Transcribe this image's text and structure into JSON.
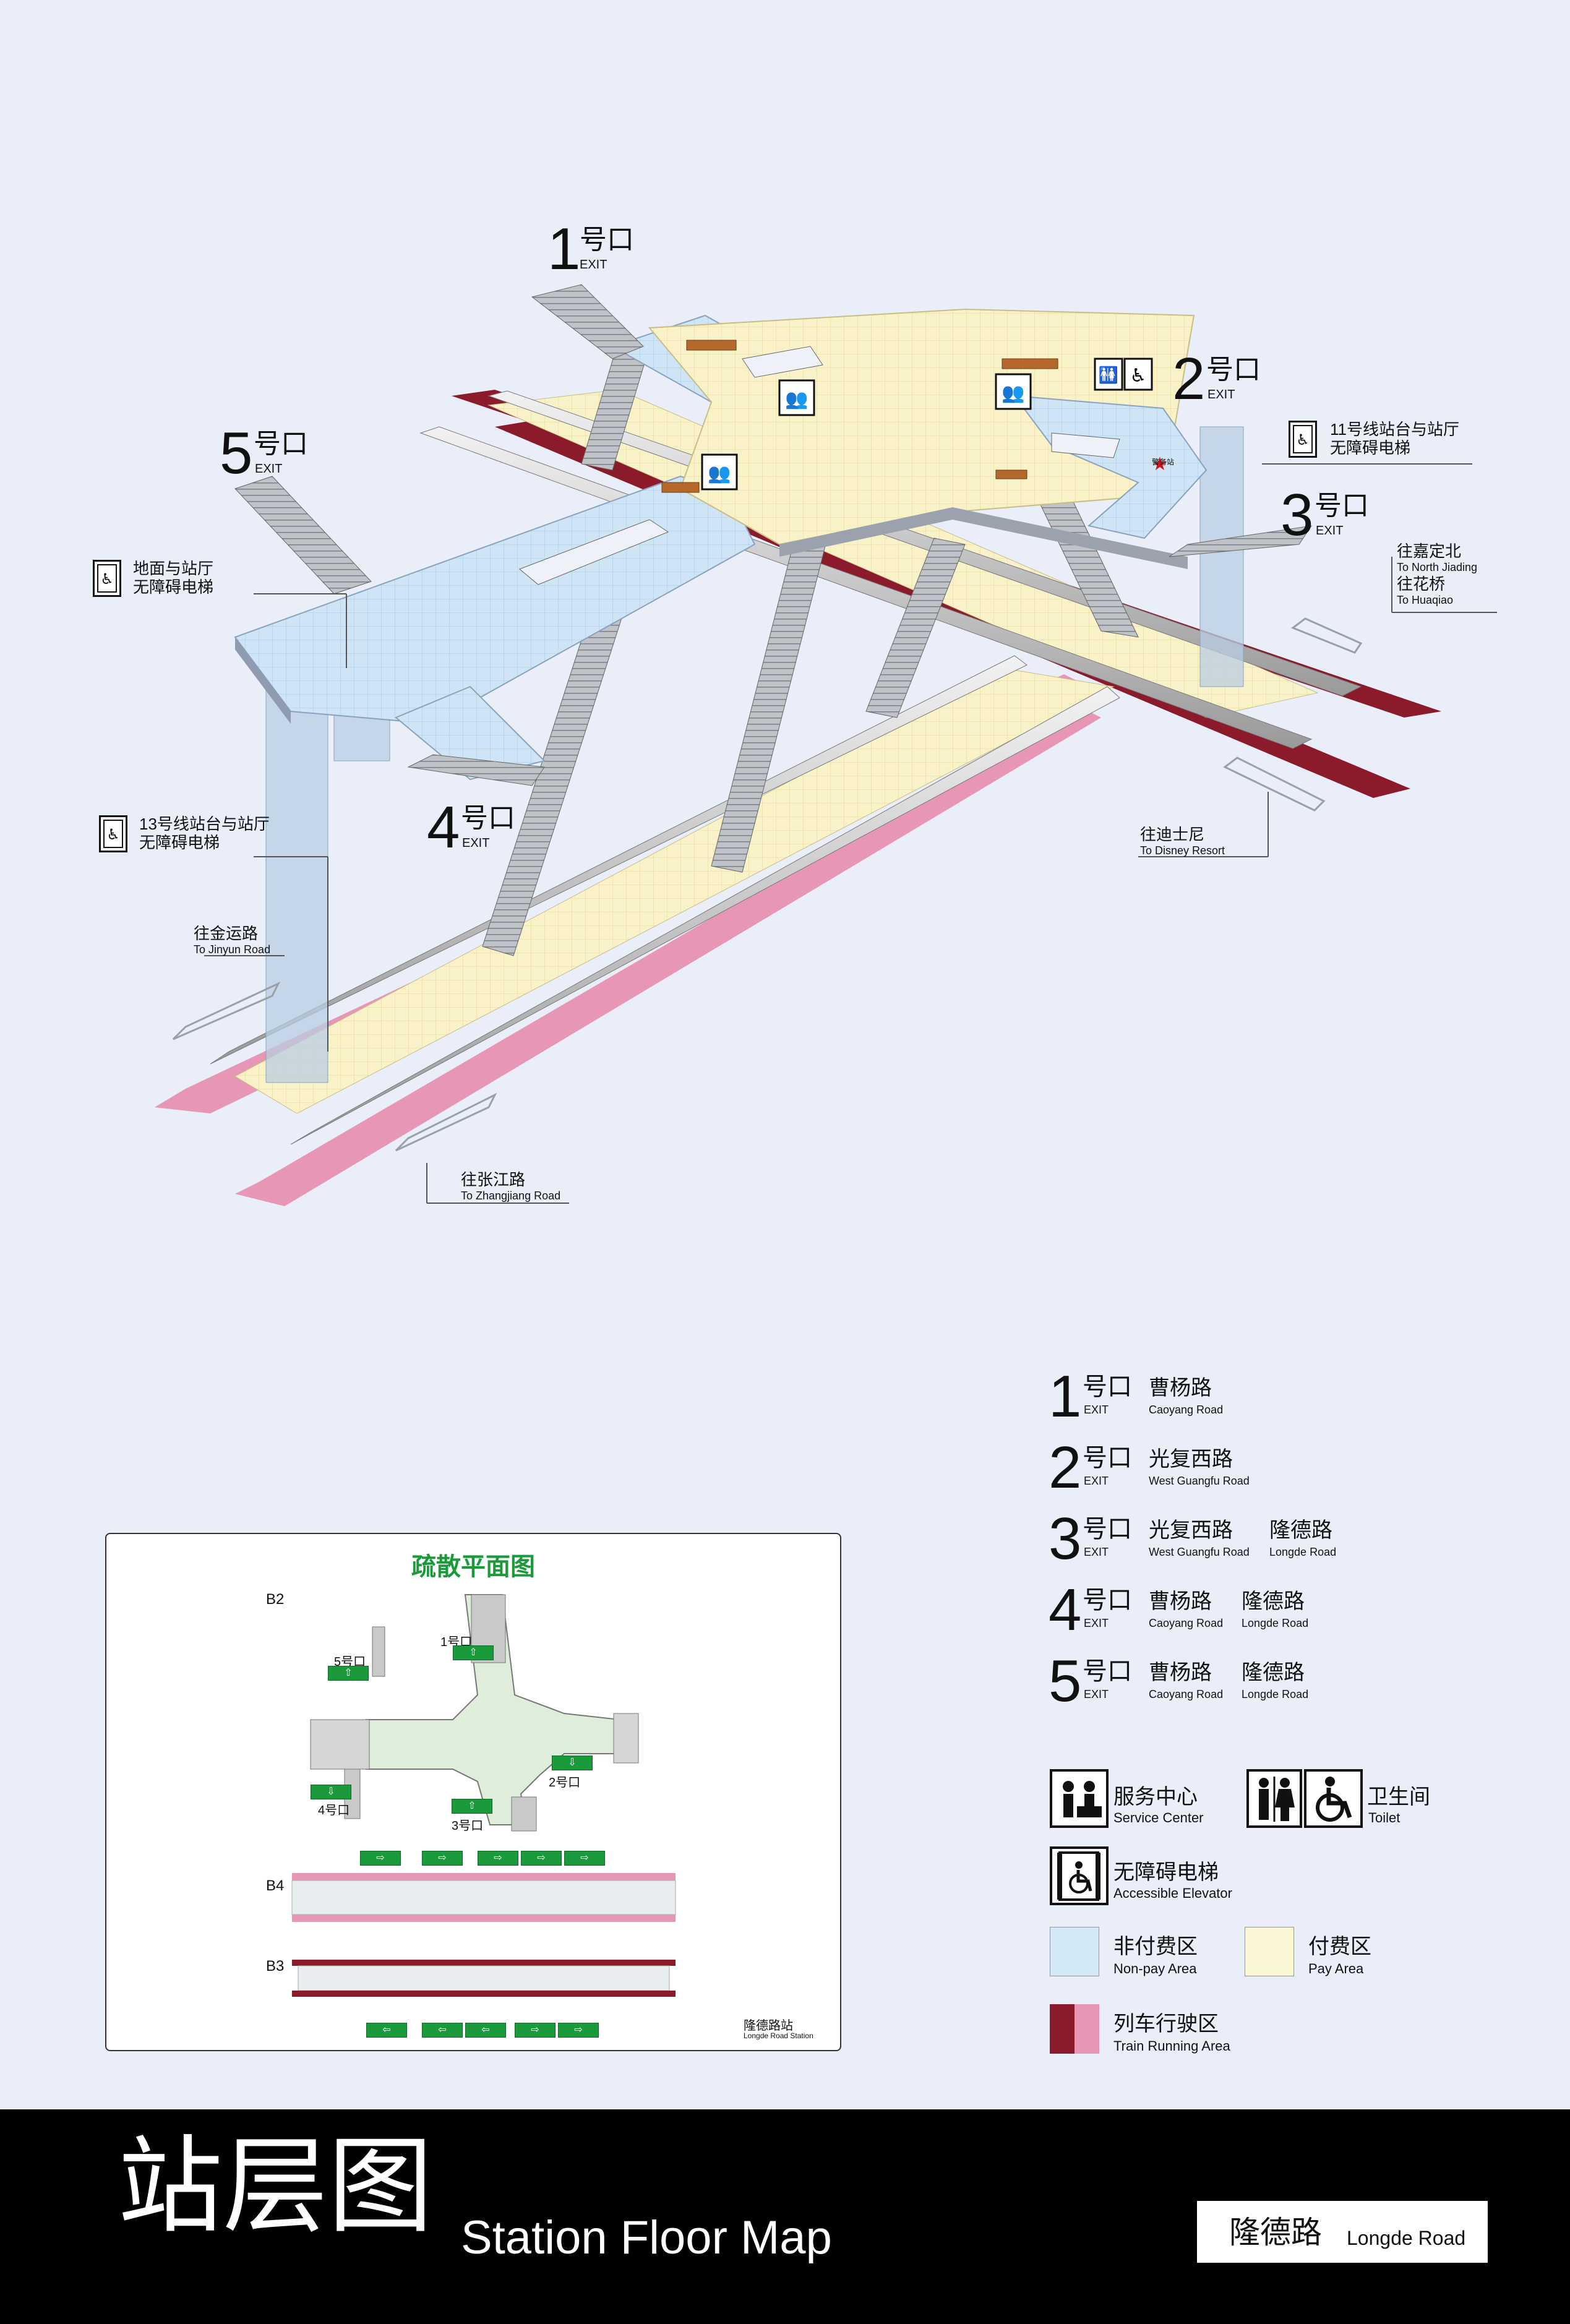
{
  "diagram": {
    "exits_on_map": [
      {
        "num": "1",
        "hao": "号口",
        "en": "EXIT"
      },
      {
        "num": "2",
        "hao": "号口",
        "en": "EXIT"
      },
      {
        "num": "3",
        "hao": "号口",
        "en": "EXIT"
      },
      {
        "num": "4",
        "hao": "号口",
        "en": "EXIT"
      },
      {
        "num": "5",
        "hao": "号口",
        "en": "EXIT"
      }
    ],
    "elevator_callouts": {
      "ground_hall": [
        "地面与站厅",
        "无障碍电梯"
      ],
      "line11": [
        "11号线站台与站厅",
        "无障碍电梯"
      ],
      "line13": [
        "13号线站台与站厅",
        "无障碍电梯"
      ]
    },
    "directions": {
      "north_jiading": {
        "zh": "往嘉定北",
        "en": "To North Jiading"
      },
      "huaqiao": {
        "zh": "往花桥",
        "en": "To Huaqiao"
      },
      "disney": {
        "zh": "往迪士尼",
        "en": "To Disney Resort"
      },
      "jinyun": {
        "zh": "往金运路",
        "en": "To Jinyun Road"
      },
      "zhangjiang": {
        "zh": "往张江路",
        "en": "To Zhangjiang Road"
      }
    },
    "small_label": "警务站"
  },
  "legend": {
    "exits": [
      {
        "num": "1",
        "hao": "号口",
        "exit": "EXIT",
        "roads": [
          {
            "zh": "曹杨路",
            "en": "Caoyang Road"
          }
        ]
      },
      {
        "num": "2",
        "hao": "号口",
        "exit": "EXIT",
        "roads": [
          {
            "zh": "光复西路",
            "en": "West Guangfu Road"
          }
        ]
      },
      {
        "num": "3",
        "hao": "号口",
        "exit": "EXIT",
        "roads": [
          {
            "zh": "光复西路",
            "en": "West Guangfu Road"
          },
          {
            "zh": "隆德路",
            "en": "Longde Road"
          }
        ]
      },
      {
        "num": "4",
        "hao": "号口",
        "exit": "EXIT",
        "roads": [
          {
            "zh": "曹杨路",
            "en": "Caoyang Road"
          },
          {
            "zh": "隆德路",
            "en": "Longde Road"
          }
        ]
      },
      {
        "num": "5",
        "hao": "号口",
        "exit": "EXIT",
        "roads": [
          {
            "zh": "曹杨路",
            "en": "Caoyang Road"
          },
          {
            "zh": "隆德路",
            "en": "Longde Road"
          }
        ]
      }
    ],
    "service_center": {
      "zh": "服务中心",
      "en": "Service Center"
    },
    "toilet": {
      "zh": "卫生间",
      "en": "Toilet"
    },
    "elevator": {
      "zh": "无障碍电梯",
      "en": "Accessible Elevator"
    },
    "non_pay": {
      "zh": "非付费区",
      "en": "Non-pay Area",
      "color": "#d4e9f7"
    },
    "pay": {
      "zh": "付费区",
      "en": "Pay Area",
      "color": "#fbf6d3"
    },
    "train": {
      "zh": "列车行驶区",
      "en": "Train Running Area",
      "color_dark": "#8b1a2b",
      "color_light": "#e896b6"
    }
  },
  "evac": {
    "title": "疏散平面图",
    "levels": [
      "B2",
      "B4",
      "B3"
    ],
    "exit_labels": [
      "1号口",
      "2号口",
      "3号口",
      "4号口",
      "5号口"
    ],
    "station_zh": "隆德路站",
    "station_en": "Longde Road Station"
  },
  "footer": {
    "title_zh": "站层图",
    "title_en": "Station Floor Map",
    "station_zh": "隆德路",
    "station_en": "Longde Road"
  }
}
